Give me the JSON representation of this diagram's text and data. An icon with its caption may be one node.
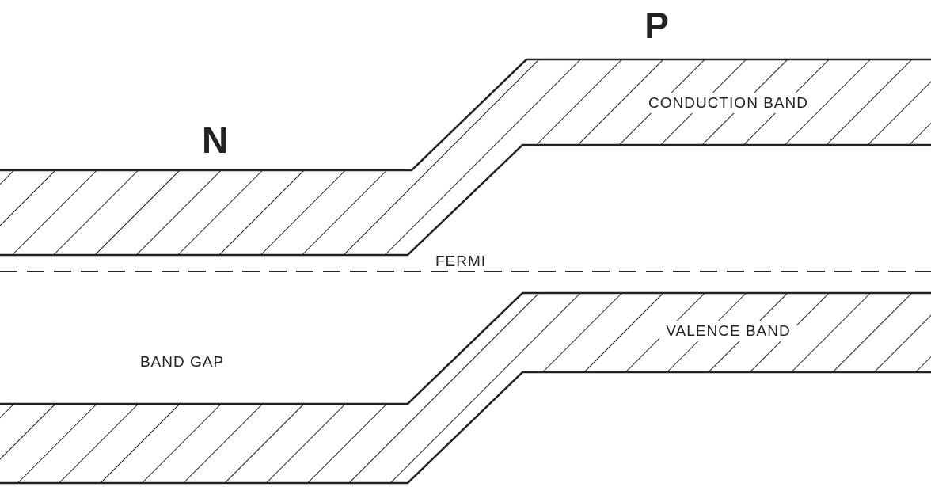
{
  "diagram": {
    "nodes": [
      {
        "text": [
          "CONDUCTION BAND"
        ]
      },
      {
        "text": [
          "VALENCE BAND"
        ]
      }
    ],
    "labels": [
      "P",
      "N",
      "FERMI",
      "BAND GAP"
    ]
  }
}
